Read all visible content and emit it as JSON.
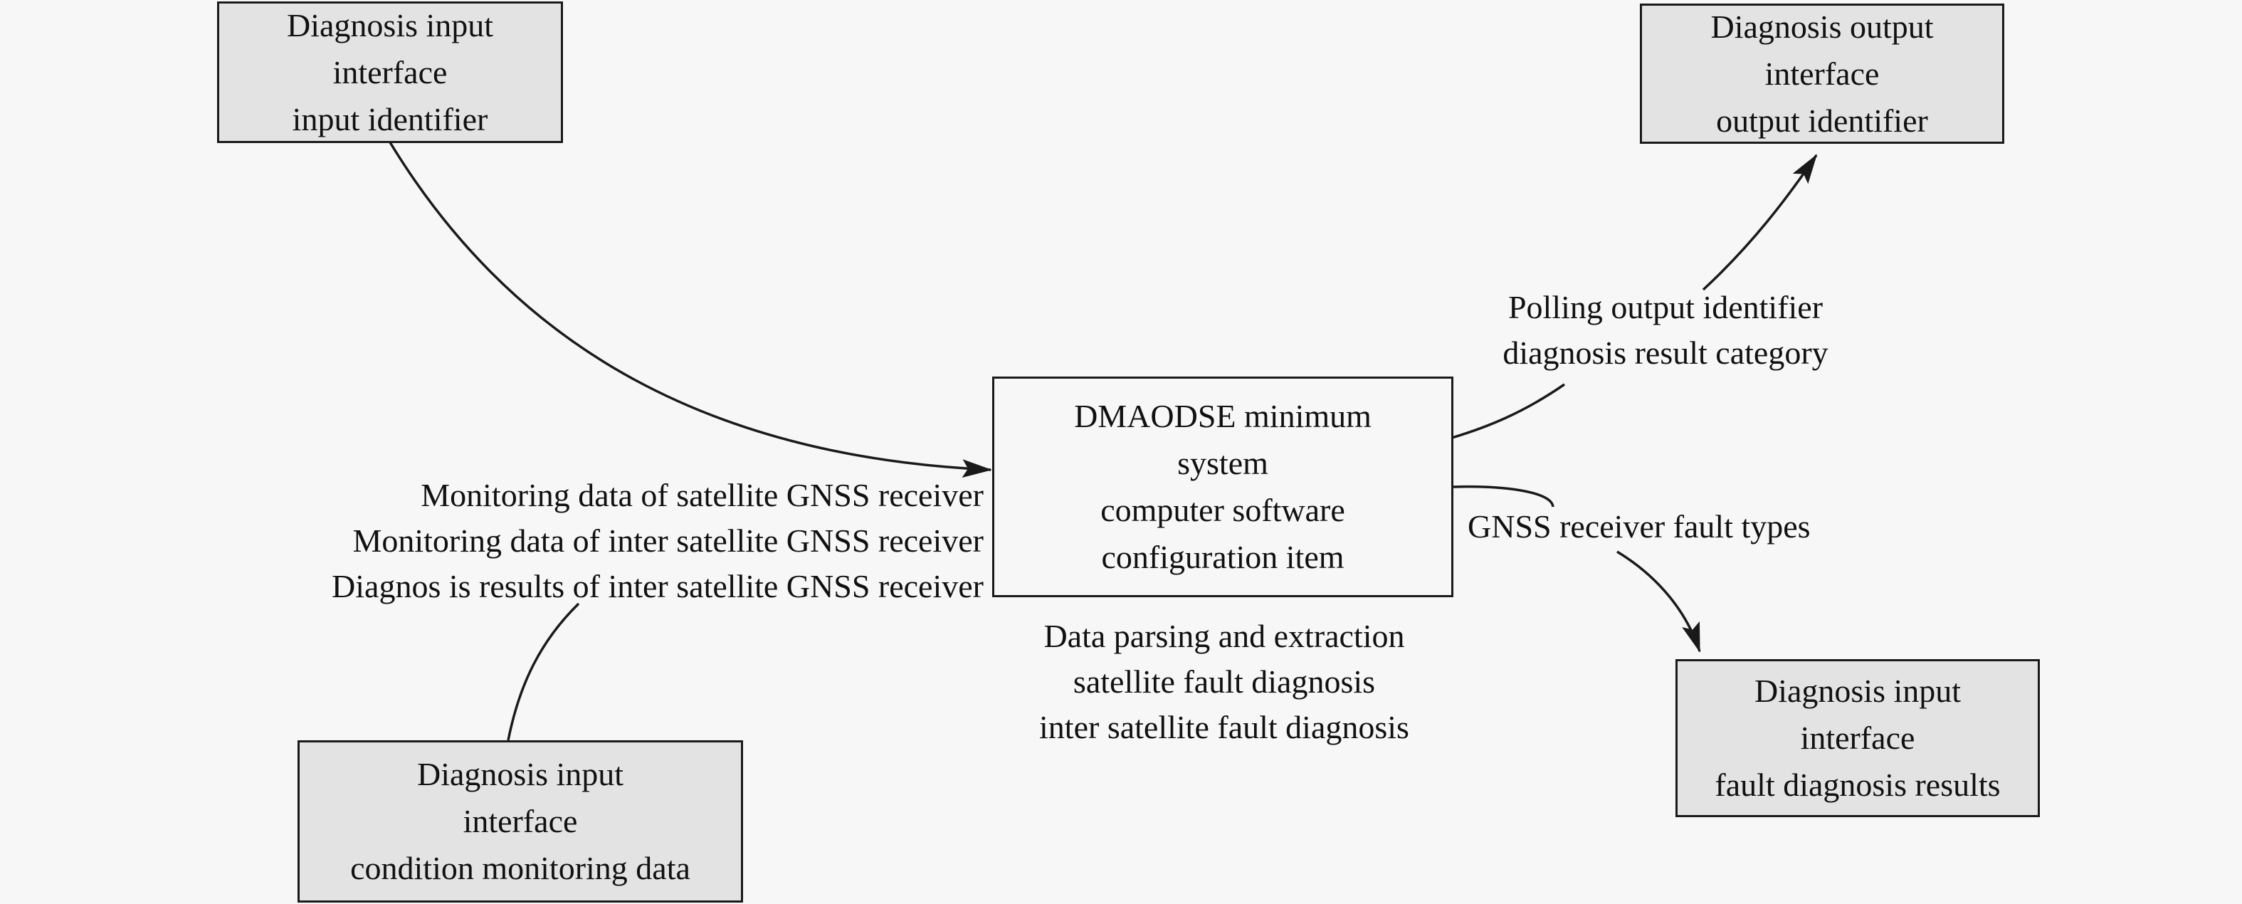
{
  "nodes": {
    "input_identifier": {
      "lines": [
        "Diagnosis input",
        "interface",
        "input identifier"
      ],
      "fill": "#e3e3e3"
    },
    "output_identifier": {
      "lines": [
        "Diagnosis output",
        "interface",
        "output identifier"
      ],
      "fill": "#e3e3e3"
    },
    "core": {
      "lines": [
        "DMAODSE minimum",
        "system",
        "computer software",
        "configuration item"
      ],
      "fill": "#f7f7f7"
    },
    "condition_monitoring": {
      "lines": [
        "Diagnosis input",
        "interface",
        "condition monitoring data"
      ],
      "fill": "#e3e3e3"
    },
    "fault_results": {
      "lines": [
        "Diagnosis input",
        "interface",
        "fault diagnosis results"
      ],
      "fill": "#e3e3e3"
    }
  },
  "labels": {
    "monitoring": [
      "Monitoring data of satellite GNSS receiver",
      "Monitoring data of inter satellite GNSS receiver",
      "Diagnos is results of inter satellite GNSS receiver"
    ],
    "polling": [
      "Polling output identifier",
      "diagnosis result category"
    ],
    "fault_types": [
      "GNSS receiver fault types"
    ],
    "functions": [
      "Data parsing and extraction",
      "satellite fault diagnosis",
      "inter satellite fault diagnosis"
    ]
  },
  "edges": [
    {
      "from": "input_identifier",
      "to": "core",
      "arrow": true
    },
    {
      "from": "condition_monitoring",
      "to": "core",
      "arrow": false,
      "label": "monitoring"
    },
    {
      "from": "core",
      "to": "output_identifier",
      "arrow": true,
      "label": "polling"
    },
    {
      "from": "core",
      "to": "fault_results",
      "arrow": true,
      "label": "fault_types"
    }
  ],
  "colors": {
    "background": "#f7f7f7",
    "box_fill": "#e3e3e3",
    "stroke": "#1a1a1a"
  }
}
